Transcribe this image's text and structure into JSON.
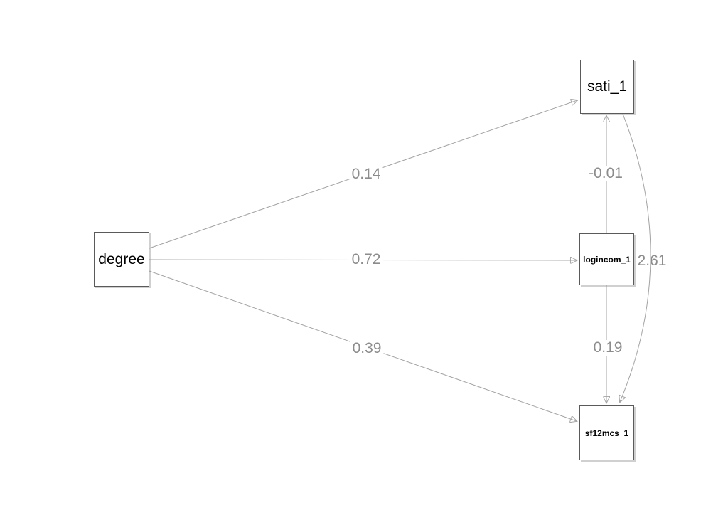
{
  "diagram": {
    "type": "sem-path-diagram",
    "background": "#ffffff",
    "nodes": [
      {
        "id": "degree",
        "label": "degree"
      },
      {
        "id": "sati_1",
        "label": "sati_1"
      },
      {
        "id": "logincom_1",
        "label": "logincom_1"
      },
      {
        "id": "sf12mcs_1",
        "label": "sf12mcs_1"
      }
    ],
    "edges": [
      {
        "from": "degree",
        "to": "sati_1",
        "label": "0.14",
        "style": "straight"
      },
      {
        "from": "degree",
        "to": "logincom_1",
        "label": "0.72",
        "style": "straight"
      },
      {
        "from": "degree",
        "to": "sf12mcs_1",
        "label": "0.39",
        "style": "straight"
      },
      {
        "from": "logincom_1",
        "to": "sati_1",
        "label": "-0.01",
        "style": "straight"
      },
      {
        "from": "logincom_1",
        "to": "sf12mcs_1",
        "label": "0.19",
        "style": "straight"
      },
      {
        "from": "sati_1",
        "to": "sf12mcs_1",
        "label": "2.61",
        "style": "curved"
      }
    ],
    "colors": {
      "edge_line": "#a3a3a3",
      "arrowhead": "#8c8c8c",
      "edge_label": "#8c8c8c",
      "node_border": "#5a5a5a",
      "node_text": "#000000"
    }
  }
}
